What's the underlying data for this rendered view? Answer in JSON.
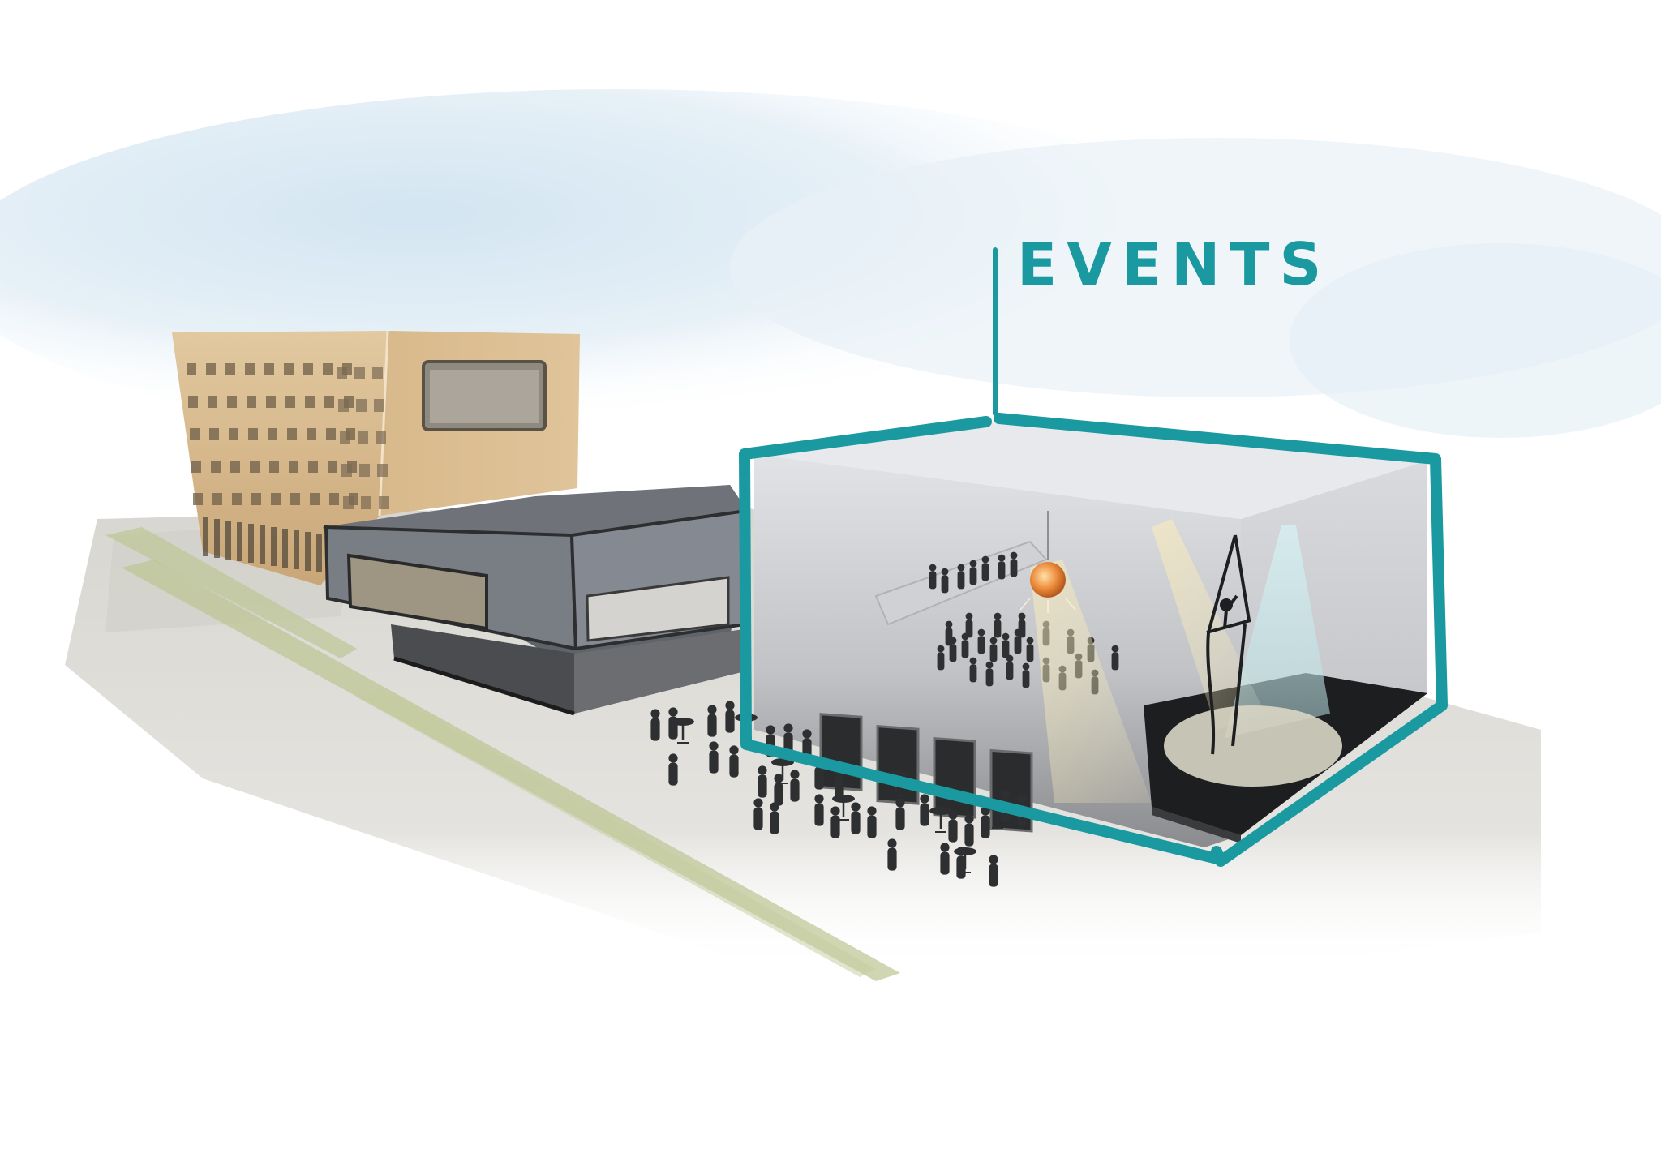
{
  "illustration": {
    "label": "EVENTS",
    "subject": "events-hall-cutaway",
    "colors": {
      "accent_teal": "#1a9aa0",
      "sky_blue": "#d9e9f3",
      "ground_gray": "#d6d3cc",
      "green_strip": "#b8c18f",
      "tan_building": "#d8b98a",
      "gray_building": "#6e7278",
      "hall_interior": "#c9cacd",
      "silhouette": "#2e2f31",
      "stage_black": "#1d1e20",
      "disco_ball": "#e8863a",
      "spot_yellow": "#f4e7b3",
      "spot_cyan": "#bfe3e6"
    },
    "elements": [
      {
        "name": "tan-office-tower",
        "description": "Tall tan building with grid of small windows and large band window"
      },
      {
        "name": "gray-low-building",
        "description": "Cantilevered dark gray block with horizontal strip windows"
      },
      {
        "name": "events-hall",
        "description": "Cutaway glass hall with balcony crowd, disco ball, spotlights, aerial acrobat and stage"
      },
      {
        "name": "outdoor-crowd",
        "description": "Silhouetted people around standing tables in front of the hall"
      },
      {
        "name": "highlight-frame",
        "description": "Teal hand-drawn frame around events hall with leader line to label"
      }
    ]
  }
}
